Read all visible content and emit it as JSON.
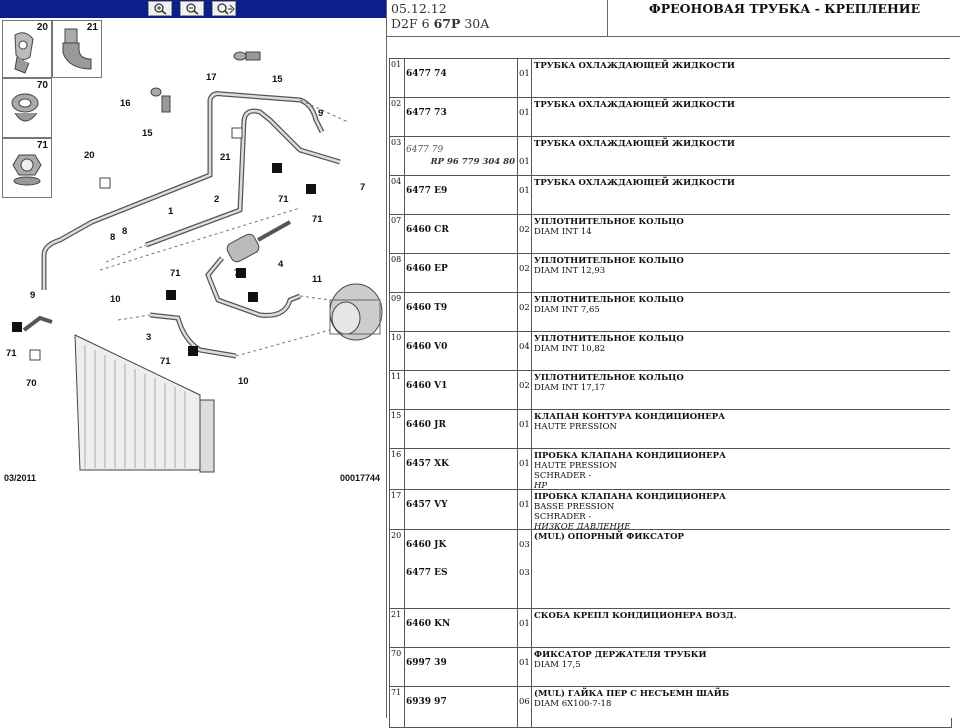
{
  "toolbar": {
    "buttons": [
      {
        "name": "zoom-in-icon"
      },
      {
        "name": "zoom-out-icon"
      },
      {
        "name": "zoom-fit-icon"
      }
    ],
    "bg_color": "#0b1e8a"
  },
  "thumbs": [
    {
      "num": "20"
    },
    {
      "num": "21"
    },
    {
      "num": "70"
    },
    {
      "num": "71"
    }
  ],
  "diagram": {
    "labels": [
      "1",
      "2",
      "3",
      "4",
      "7",
      "8",
      "8",
      "9",
      "9",
      "10",
      "10",
      "11",
      "15",
      "15",
      "16",
      "17",
      "20",
      "21",
      "70",
      "71",
      "71",
      "71",
      "71",
      "71"
    ],
    "footer_date": "03/2011",
    "footer_ref": "00017744"
  },
  "header": {
    "date": "05.12.12",
    "model_prefix": "D2F 6 ",
    "model_bold": "67P",
    "model_suffix": " 30A",
    "title": "ФРЕОНОВАЯ ТРУБКА - КРЕПЛЕНИЕ"
  },
  "rows": [
    {
      "pos": "01",
      "refs": [
        {
          "main": "6477 74",
          "alt": "",
          "rp": "",
          "qty": "01",
          "y": 10
        }
      ],
      "lines": [
        {
          "t": "ТРУБКА ОХЛАЖДАЮЩЕЙ ЖИДКОСТИ",
          "s": "t"
        }
      ],
      "h": 38
    },
    {
      "pos": "02",
      "refs": [
        {
          "main": "6477 73",
          "alt": "",
          "rp": "",
          "qty": "01",
          "y": 10
        }
      ],
      "lines": [
        {
          "t": "ТРУБКА ОХЛАЖДАЮЩЕЙ ЖИДКОСТИ",
          "s": "t"
        }
      ],
      "h": 38
    },
    {
      "pos": "03",
      "refs": [
        {
          "main": "",
          "alt": "6477 79",
          "rp": "RP 96 779 304 80",
          "qty": "01",
          "y": 8
        }
      ],
      "lines": [
        {
          "t": "ТРУБКА ОХЛАЖДАЮЩЕЙ ЖИДКОСТИ",
          "s": "t"
        }
      ],
      "h": 38
    },
    {
      "pos": "04",
      "refs": [
        {
          "main": "6477 E9",
          "alt": "",
          "rp": "",
          "qty": "01",
          "y": 10
        }
      ],
      "lines": [
        {
          "t": "ТРУБКА ОХЛАЖДАЮЩЕЙ ЖИДКОСТИ",
          "s": "t"
        }
      ],
      "h": 38
    },
    {
      "pos": "07",
      "refs": [
        {
          "main": "6460 CR",
          "alt": "",
          "rp": "",
          "qty": "02",
          "y": 10
        }
      ],
      "lines": [
        {
          "t": "УПЛОТНИТЕЛЬНОЕ КОЛЬЦО",
          "s": "t"
        },
        {
          "t": "DIAM INT 14",
          "s": ""
        }
      ],
      "h": 38
    },
    {
      "pos": "08",
      "refs": [
        {
          "main": "6460 EP",
          "alt": "",
          "rp": "",
          "qty": "02",
          "y": 10
        }
      ],
      "lines": [
        {
          "t": "УПЛОТНИТЕЛЬНОЕ КОЛЬЦО",
          "s": "t"
        },
        {
          "t": "DIAM INT 12,93",
          "s": ""
        }
      ],
      "h": 38
    },
    {
      "pos": "09",
      "refs": [
        {
          "main": "6460 T9",
          "alt": "",
          "rp": "",
          "qty": "02",
          "y": 10
        }
      ],
      "lines": [
        {
          "t": "УПЛОТНИТЕЛЬНОЕ КОЛЬЦО",
          "s": "t"
        },
        {
          "t": "DIAM INT 7,65",
          "s": ""
        }
      ],
      "h": 38
    },
    {
      "pos": "10",
      "refs": [
        {
          "main": "6460 V0",
          "alt": "",
          "rp": "",
          "qty": "04",
          "y": 10
        }
      ],
      "lines": [
        {
          "t": "УПЛОТНИТЕЛЬНОЕ КОЛЬЦО",
          "s": "t"
        },
        {
          "t": "DIAM INT 10,82",
          "s": ""
        }
      ],
      "h": 38
    },
    {
      "pos": "11",
      "refs": [
        {
          "main": "6460 V1",
          "alt": "",
          "rp": "",
          "qty": "02",
          "y": 10
        }
      ],
      "lines": [
        {
          "t": "УПЛОТНИТЕЛЬНОЕ КОЛЬЦО",
          "s": "t"
        },
        {
          "t": "DIAM INT 17,17",
          "s": ""
        }
      ],
      "h": 38
    },
    {
      "pos": "15",
      "refs": [
        {
          "main": "6460 JR",
          "alt": "",
          "rp": "",
          "qty": "01",
          "y": 10
        }
      ],
      "lines": [
        {
          "t": "КЛАПАН КОНТУРА КОНДИЦИОНЕРА",
          "s": "t"
        },
        {
          "t": "HAUTE PRESSION",
          "s": ""
        }
      ],
      "h": 38
    },
    {
      "pos": "16",
      "refs": [
        {
          "main": "6457 XK",
          "alt": "",
          "rp": "",
          "qty": "01",
          "y": 10
        }
      ],
      "lines": [
        {
          "t": "ПРОБКА КЛАПАНА КОНДИЦИОНЕРА",
          "s": "t"
        },
        {
          "t": "HAUTE PRESSION",
          "s": ""
        },
        {
          "t": "SCHRADER -",
          "s": ""
        },
        {
          "t": "HP",
          "s": "i"
        }
      ],
      "h": 40
    },
    {
      "pos": "17",
      "refs": [
        {
          "main": "6457 VY",
          "alt": "",
          "rp": "",
          "qty": "01",
          "y": 10
        }
      ],
      "lines": [
        {
          "t": "ПРОБКА КЛАПАНА КОНДИЦИОНЕРА",
          "s": "t"
        },
        {
          "t": "BASSE PRESSION",
          "s": ""
        },
        {
          "t": "SCHRADER -",
          "s": ""
        },
        {
          "t": "НИЗКОЕ ДАВЛЕНИЕ",
          "s": "i"
        }
      ],
      "h": 39
    },
    {
      "pos": "20",
      "refs": [
        {
          "main": "6460 JK",
          "alt": "",
          "rp": "",
          "qty": "03",
          "y": 10
        },
        {
          "main": "6477 ES",
          "alt": "",
          "rp": "",
          "qty": "03",
          "y": 38
        }
      ],
      "lines": [
        {
          "t": "(MUL) ОПОРНЫЙ ФИКСАТОР",
          "s": "t"
        }
      ],
      "h": 78
    },
    {
      "pos": "21",
      "refs": [
        {
          "main": "6460 KN",
          "alt": "",
          "rp": "",
          "qty": "01",
          "y": 10
        }
      ],
      "lines": [
        {
          "t": "СКОБА КРЕПЛ КОНДИЦИОНЕРА ВОЗД.",
          "s": "t"
        }
      ],
      "h": 38
    },
    {
      "pos": "70",
      "refs": [
        {
          "main": "6997 39",
          "alt": "",
          "rp": "",
          "qty": "01",
          "y": 10
        }
      ],
      "lines": [
        {
          "t": "ФИКСАТОР ДЕРЖАТЕЛЯ ТРУБКИ",
          "s": "t"
        },
        {
          "t": "DIAM 17,5",
          "s": ""
        }
      ],
      "h": 38
    },
    {
      "pos": "71",
      "refs": [
        {
          "main": "6939 97",
          "alt": "",
          "rp": "",
          "qty": "06",
          "y": 10
        }
      ],
      "lines": [
        {
          "t": "(MUL) ГАЙКА ПЕР С НЕСЪЕМН ШАЙБ",
          "s": "t"
        },
        {
          "t": "DIAM 6X100-7-18",
          "s": ""
        }
      ],
      "h": 40
    }
  ]
}
